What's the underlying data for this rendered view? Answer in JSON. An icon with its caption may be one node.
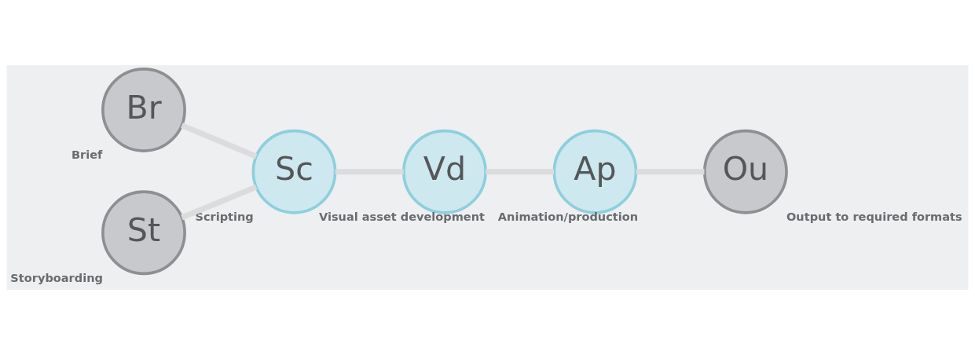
{
  "diagram": {
    "nodes": [
      {
        "text": [
          "Br"
        ],
        "beside": [
          "Brief"
        ]
      },
      {
        "text": [
          "St"
        ],
        "beside": [
          "Storyboarding"
        ]
      },
      {
        "text": [
          "Sc"
        ],
        "beside": [
          "Scripting"
        ]
      },
      {
        "text": [
          "Vd"
        ],
        "beside": [
          "Visual asset development"
        ]
      },
      {
        "text": [
          "Ap"
        ],
        "beside": [
          "Animation/production"
        ]
      },
      {
        "text": [
          "Ou"
        ],
        "beside": [
          "Output to required formats"
        ]
      }
    ],
    "edges": [
      {
        "from": 0,
        "to": 2,
        "arrow": "none"
      },
      {
        "from": 1,
        "to": 2,
        "arrow": "none"
      },
      {
        "from": 2,
        "to": 3,
        "arrow": "none"
      },
      {
        "from": 3,
        "to": 4,
        "arrow": "none"
      },
      {
        "from": 4,
        "to": 5,
        "arrow": "none"
      }
    ]
  }
}
